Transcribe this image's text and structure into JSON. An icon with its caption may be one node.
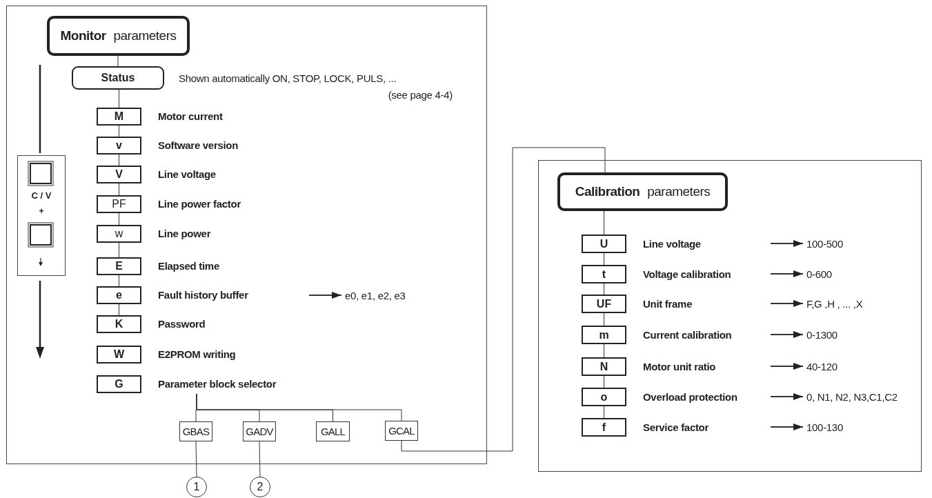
{
  "diagram": {
    "nodes": [
      {
        "text": [],
        "shape": "box"
      },
      {
        "text": [
          "**Monitor** parameters"
        ],
        "in": 0
      },
      {
        "text": [
          "Status"
        ],
        "in": 0,
        "beside": [
          "Shown automatically ON, STOP, LOCK, PULS, ...",
          "(see page 4-4)"
        ]
      },
      {
        "text": [
          "M"
        ],
        "in": 0,
        "beside": [
          "Motor current"
        ]
      },
      {
        "text": [
          "v"
        ],
        "in": 0,
        "beside": [
          "Software version"
        ]
      },
      {
        "text": [
          "V"
        ],
        "in": 0,
        "beside": [
          "Line voltage"
        ]
      },
      {
        "text": [
          "PF"
        ],
        "in": 0,
        "beside": [
          "Line power factor"
        ]
      },
      {
        "text": [
          "w"
        ],
        "in": 0,
        "beside": [
          "Line power"
        ]
      },
      {
        "text": [
          "E"
        ],
        "in": 0,
        "beside": [
          "Elapsed time"
        ]
      },
      {
        "text": [
          "e"
        ],
        "in": 0,
        "beside": [
          "Fault history buffer"
        ]
      },
      {
        "text": [
          "e0, e1, e2, e3"
        ],
        "in": 0
      },
      {
        "text": [
          "K"
        ],
        "in": 0,
        "beside": [
          "Password"
        ]
      },
      {
        "text": [
          "W"
        ],
        "in": 0,
        "beside": [
          "E2PROM writing"
        ]
      },
      {
        "text": [
          "G"
        ],
        "in": 0,
        "beside": [
          "Parameter block selector"
        ]
      },
      {
        "text": [
          "GBAS"
        ],
        "in": 0
      },
      {
        "text": [
          "GADV"
        ],
        "in": 0
      },
      {
        "text": [
          "GALL"
        ],
        "in": 0
      },
      {
        "text": [
          "GCAL"
        ],
        "in": 0
      },
      {
        "text": [
          "C / V",
          "+"
        ],
        "in": 0
      },
      {
        "text": [
          "1"
        ]
      },
      {
        "text": [
          "2"
        ]
      },
      {
        "text": [],
        "shape": "box"
      },
      {
        "text": [
          "**Calibration** parameters"
        ],
        "in": 21
      },
      {
        "text": [
          "U"
        ],
        "in": 21,
        "beside": [
          "Line voltage"
        ]
      },
      {
        "text": [
          "t"
        ],
        "in": 21,
        "beside": [
          "Voltage calibration"
        ]
      },
      {
        "text": [
          "UF"
        ],
        "in": 21,
        "beside": [
          "Unit frame"
        ]
      },
      {
        "text": [
          "m"
        ],
        "in": 21,
        "beside": [
          "Current calibration"
        ]
      },
      {
        "text": [
          "N"
        ],
        "in": 21,
        "beside": [
          "Motor unit ratio"
        ]
      },
      {
        "text": [
          "o"
        ],
        "in": 21,
        "beside": [
          "Overload protection"
        ]
      },
      {
        "text": [
          "f"
        ],
        "in": 21,
        "beside": [
          "Service factor"
        ]
      },
      {
        "text": [
          "100-500"
        ],
        "in": 21
      },
      {
        "text": [
          "0-600"
        ],
        "in": 21
      },
      {
        "text": [
          "F,G ,H , ... ,X"
        ],
        "in": 21
      },
      {
        "text": [
          "0-1300"
        ],
        "in": 21
      },
      {
        "text": [
          "40-120"
        ],
        "in": 21
      },
      {
        "text": [
          "0, N1, N2, N3,C1,C2"
        ],
        "in": 21
      },
      {
        "text": [
          "100-130"
        ],
        "in": 21
      }
    ],
    "edges": [
      {
        "from": 1,
        "to": 2,
        "arrow": "none"
      },
      {
        "from": 2,
        "to": 3,
        "arrow": "none"
      },
      {
        "from": 3,
        "to": 4,
        "arrow": "none"
      },
      {
        "from": 4,
        "to": 5,
        "arrow": "none"
      },
      {
        "from": 5,
        "to": 6,
        "arrow": "none"
      },
      {
        "from": 6,
        "to": 7,
        "arrow": "none"
      },
      {
        "from": 7,
        "to": 8,
        "arrow": "none"
      },
      {
        "from": 8,
        "to": 9,
        "arrow": "none"
      },
      {
        "from": 9,
        "to": 11,
        "arrow": "none"
      },
      {
        "from": null,
        "to": 10,
        "arrow": "to"
      },
      {
        "from": 13,
        "to": 14,
        "arrow": "none"
      },
      {
        "from": 13,
        "to": 15,
        "arrow": "none"
      },
      {
        "from": 13,
        "to": 16,
        "arrow": "none"
      },
      {
        "from": 13,
        "to": 17,
        "arrow": "none"
      },
      {
        "from": 14,
        "to": 19,
        "arrow": "none"
      },
      {
        "from": 15,
        "to": 20,
        "arrow": "none"
      },
      {
        "from": 17,
        "to": 22,
        "arrow": "none"
      },
      {
        "from": 22,
        "to": 23,
        "arrow": "none"
      },
      {
        "from": 23,
        "to": 24,
        "arrow": "none"
      },
      {
        "from": 24,
        "to": 25,
        "arrow": "none"
      },
      {
        "from": 25,
        "to": 26,
        "arrow": "none"
      },
      {
        "from": 26,
        "to": 27,
        "arrow": "none"
      },
      {
        "from": 27,
        "to": 28,
        "arrow": "none"
      },
      {
        "from": 28,
        "to": 29,
        "arrow": "none"
      },
      {
        "from": null,
        "to": 30,
        "arrow": "to"
      },
      {
        "from": null,
        "to": 31,
        "arrow": "to"
      },
      {
        "from": null,
        "to": 32,
        "arrow": "to"
      },
      {
        "from": null,
        "to": 33,
        "arrow": "to"
      },
      {
        "from": null,
        "to": 34,
        "arrow": "to"
      },
      {
        "from": null,
        "to": 35,
        "arrow": "to"
      },
      {
        "from": null,
        "to": 36,
        "arrow": "to"
      }
    ]
  }
}
